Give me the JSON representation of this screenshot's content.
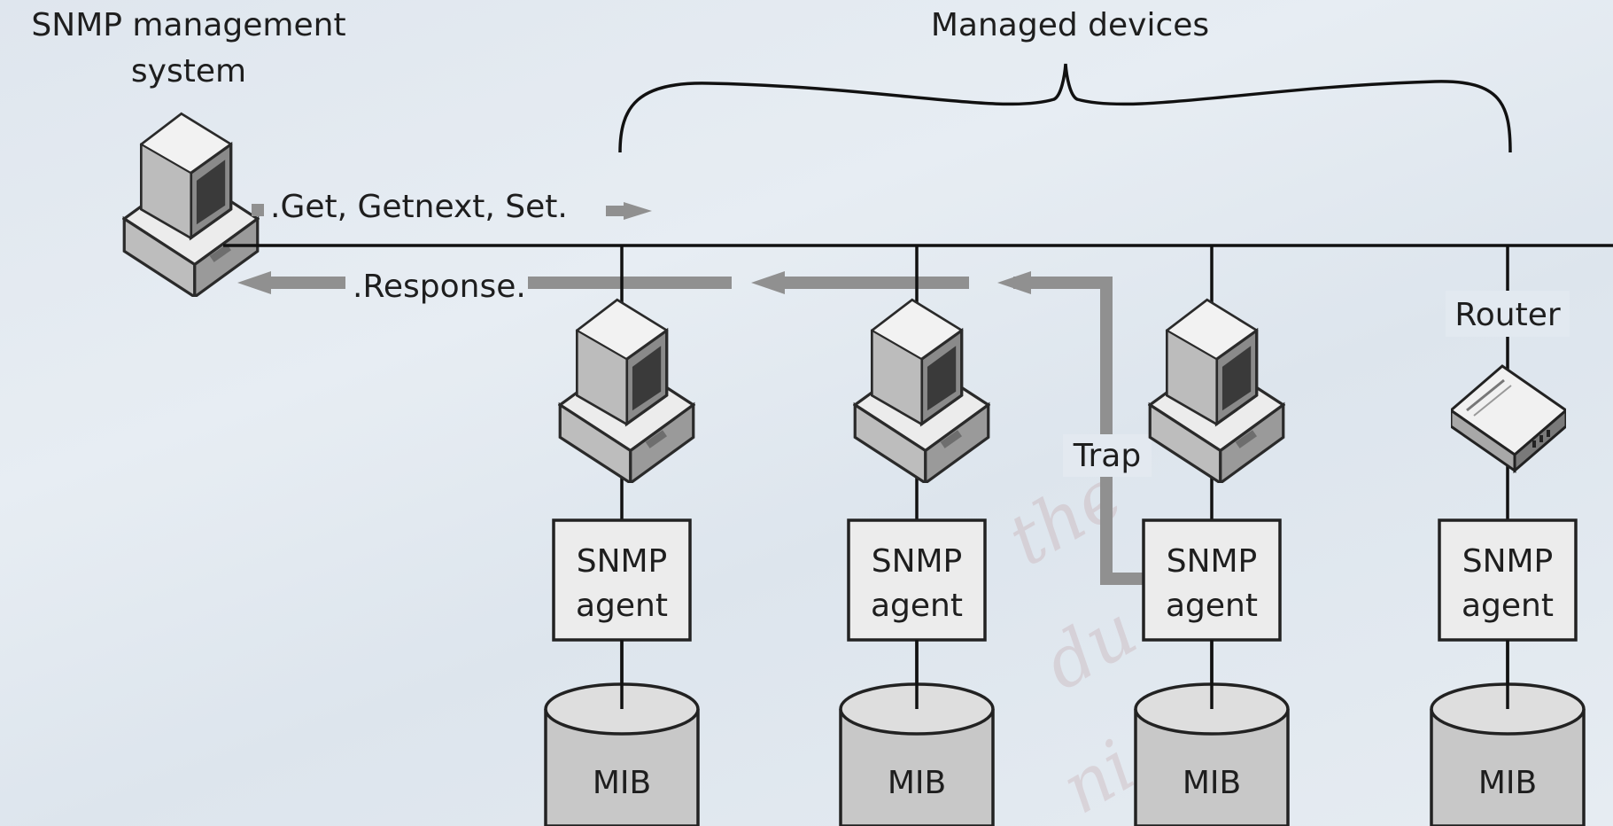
{
  "manager": {
    "title_line1": "SNMP management",
    "title_line2": "system",
    "icon": "workstation-icon"
  },
  "managed_devices_label": "Managed devices",
  "messages": {
    "request": ".Get, Getnext, Set.",
    "response": ".Response.",
    "trap": "Trap"
  },
  "devices": [
    {
      "type": "computer",
      "icon": "workstation-icon",
      "agent_line1": "SNMP",
      "agent_line2": "agent",
      "mib": "MIB"
    },
    {
      "type": "computer",
      "icon": "workstation-icon",
      "agent_line1": "SNMP",
      "agent_line2": "agent",
      "mib": "MIB"
    },
    {
      "type": "computer",
      "icon": "workstation-icon",
      "agent_line1": "SNMP",
      "agent_line2": "agent",
      "mib": "MIB"
    },
    {
      "type": "router",
      "label": "Router",
      "icon": "router-icon",
      "agent_line1": "SNMP",
      "agent_line2": "agent",
      "mib": "MIB"
    }
  ],
  "colors": {
    "line": "#111111",
    "arrow": "#909090",
    "box_fill": "#ececec",
    "cylinder_fill": "#c8c8c8"
  }
}
